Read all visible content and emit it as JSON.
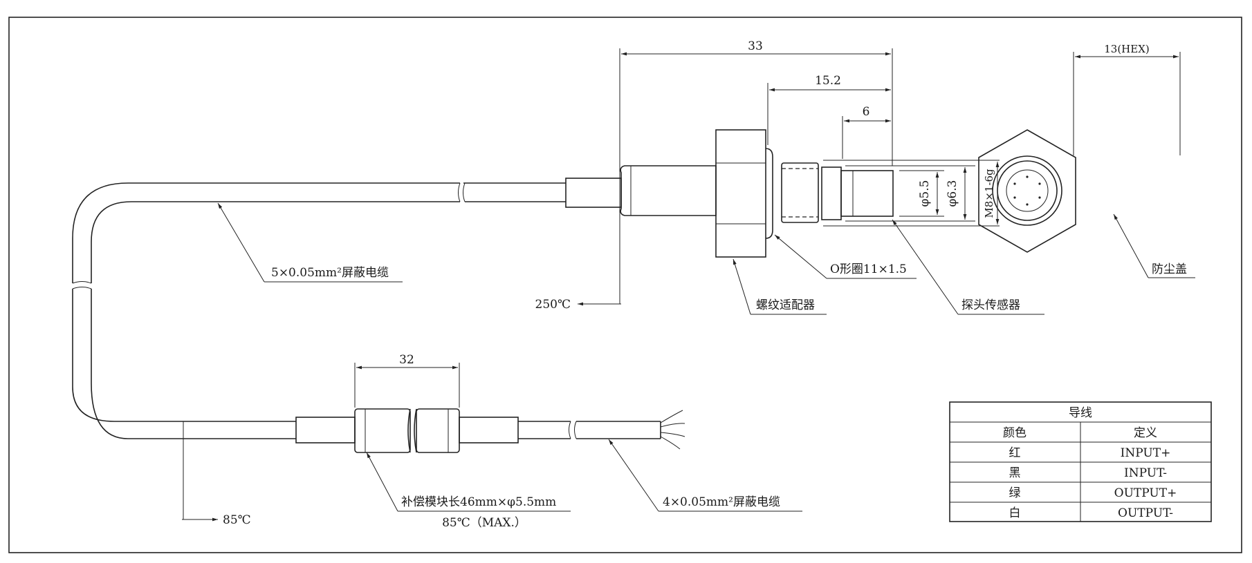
{
  "dimensions": {
    "overall_length": "33",
    "adapter_to_tip": "15.2",
    "probe_length": "6",
    "hex_size": "13(HEX)",
    "dia_inner": "φ5.5",
    "dia_outer": "φ6.3",
    "thread": "M8×1-6g",
    "module_length": "32"
  },
  "labels": {
    "cable_5core": "5×0.05mm²屏蔽电缆",
    "cable_4core": "4×0.05mm²屏蔽电缆",
    "temp_250": "250℃",
    "temp_85": "85℃",
    "thread_adapter": "螺纹适配器",
    "o_ring": "O形圈11×1.5",
    "probe_sensor": "探头传感器",
    "dust_cap": "防尘盖",
    "comp_module": "补偿模块长46mm×φ5.5mm",
    "comp_module_temp": "85℃（MAX.）"
  },
  "wire_table": {
    "title": "导线",
    "headers": [
      "颜色",
      "定义"
    ],
    "rows": [
      [
        "红",
        "INPUT+"
      ],
      [
        "黑",
        "INPUT-"
      ],
      [
        "绿",
        "OUTPUT+"
      ],
      [
        "白",
        "OUTPUT-"
      ]
    ]
  }
}
